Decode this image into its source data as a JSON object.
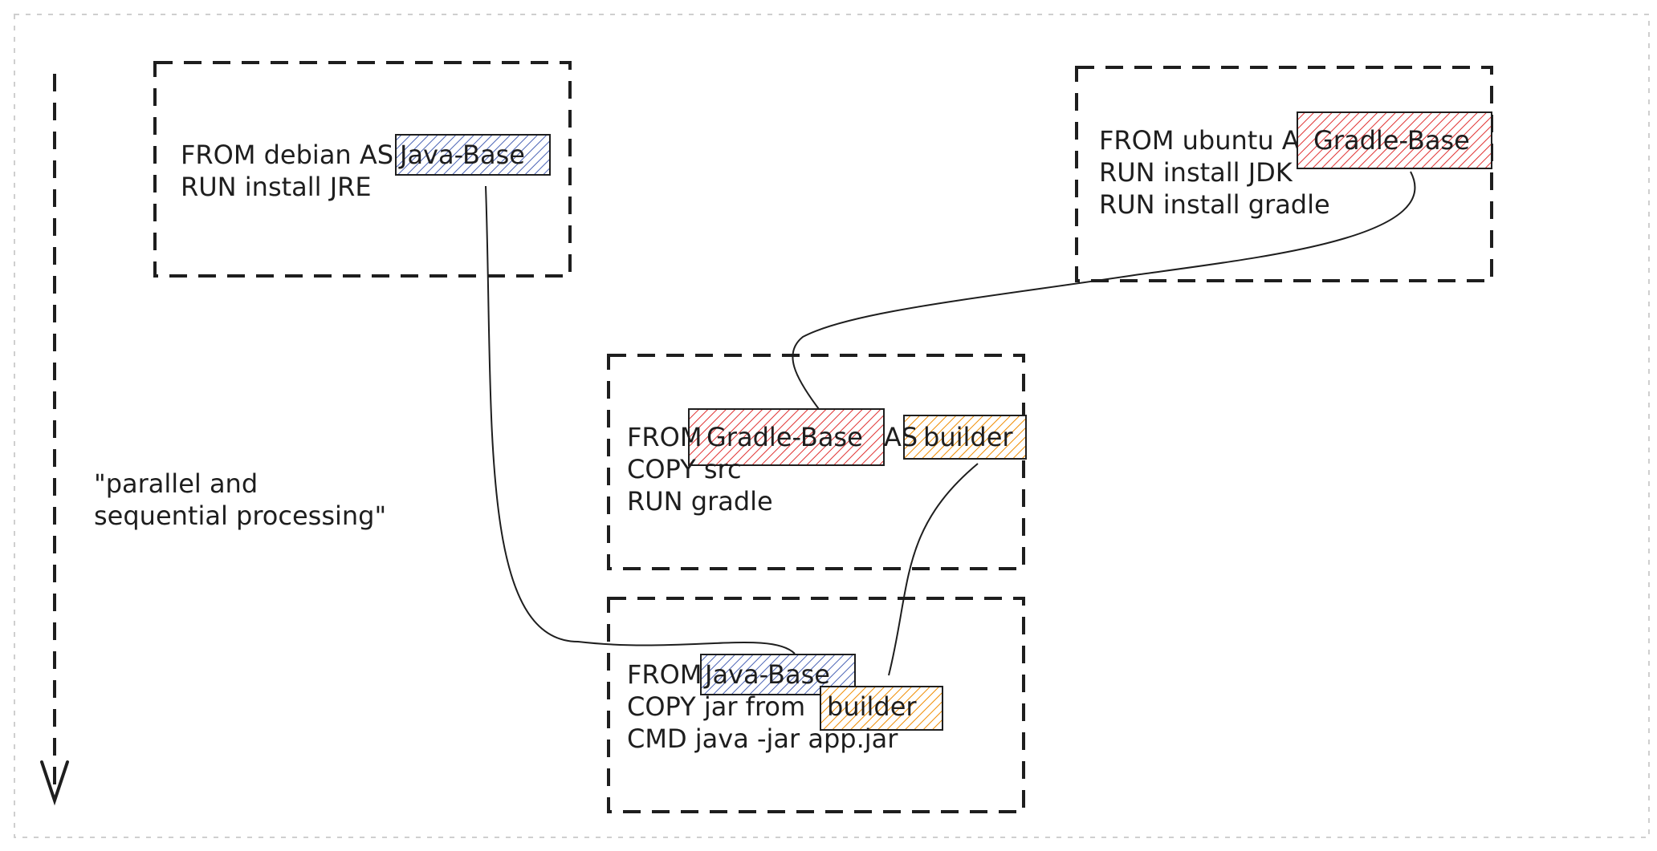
{
  "colors": {
    "ink": "#1e1e1e",
    "java_base_hatch": "#4a63b5",
    "gradle_base_hatch": "#e03131",
    "builder_hatch": "#f08c00"
  },
  "timeline": {
    "note_lines": [
      "\"parallel and",
      "sequential processing\""
    ]
  },
  "stages": {
    "java_base": {
      "from_prefix": "FROM debian AS",
      "alias": "Java-Base",
      "line2": "RUN install JRE"
    },
    "gradle_base": {
      "from_prefix": "FROM ubuntu AS",
      "alias": "Gradle-Base",
      "line2": "RUN install JDK",
      "line3": "RUN install gradle"
    },
    "builder": {
      "from_keyword": "FROM",
      "base_ref": "Gradle-Base",
      "as_keyword": "AS",
      "alias": "builder",
      "line2": "COPY src",
      "line3": "RUN gradle"
    },
    "final": {
      "from_keyword": "FROM",
      "base_ref": "Java-Base",
      "line2_prefix": "COPY jar from",
      "line2_ref": "builder",
      "line3": "CMD java -jar app.jar"
    }
  }
}
